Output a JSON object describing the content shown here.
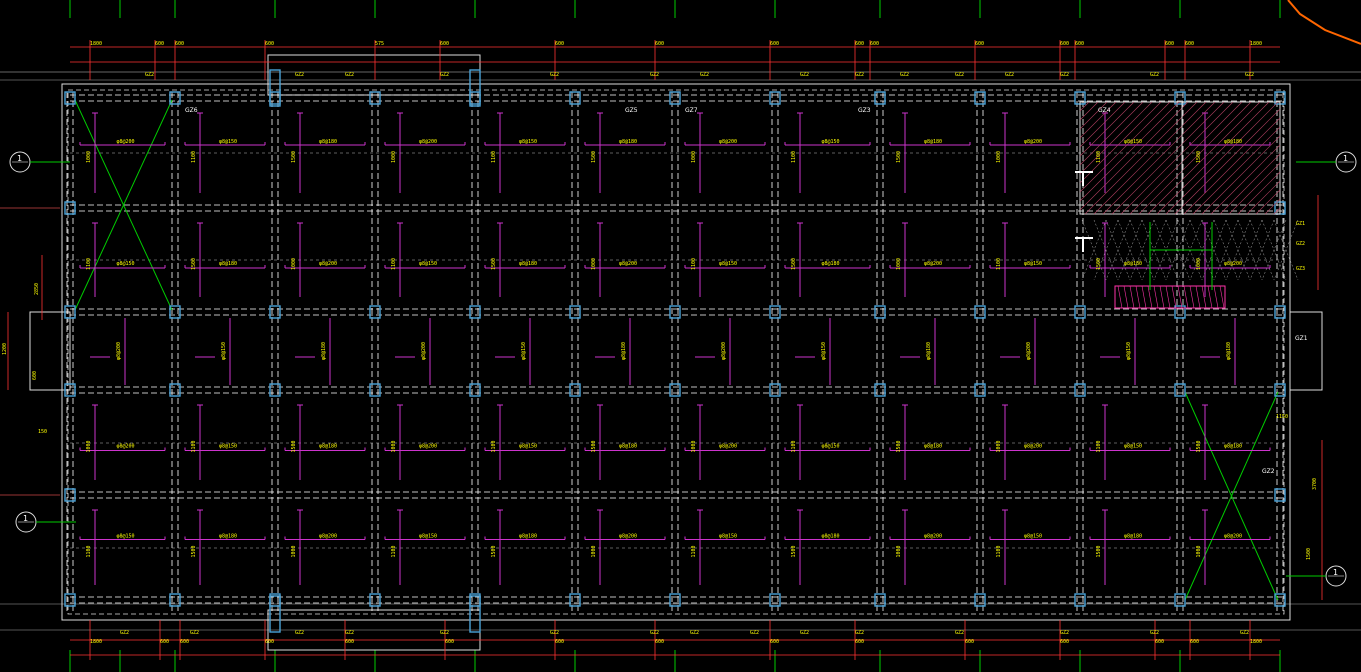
{
  "drawing": {
    "axis_marker_label": "1",
    "colors": {
      "background": "#000000",
      "beam": "#ffffff",
      "bar": "#cc33cc",
      "dim": "#ff3333",
      "axis": "#00cc00",
      "text": "#ffff00",
      "column": "#4aa3d8",
      "orange": "#ff6600"
    },
    "dim_top": [
      "1800",
      "600",
      "600",
      "600",
      "575",
      "600",
      "600",
      "600",
      "600",
      "600",
      "600",
      "600",
      "600",
      "600",
      "600",
      "600",
      "1800"
    ],
    "dim_bottom": [
      "1800",
      "600",
      "600",
      "600",
      "600",
      "600",
      "600",
      "600",
      "600",
      "600",
      "600",
      "600",
      "600",
      "600",
      "1800"
    ],
    "col_labels_top": [
      "GZ2",
      "GZ2",
      "GZ2",
      "GZ2",
      "GZ2",
      "GZ2",
      "GZ2",
      "GZ2",
      "GZ2",
      "GZ2",
      "GZ2",
      "GZ2",
      "GZ2",
      "GZ2",
      "GZ2"
    ],
    "col_labels_bottom": [
      "GZ2",
      "GZ2",
      "GZ2",
      "GZ2",
      "GZ2",
      "GZ2",
      "GZ2",
      "GZ2",
      "GZ2",
      "GZ2",
      "GZ2",
      "GZ2",
      "GZ2",
      "GZ2",
      "GZ2"
    ],
    "bay_tags": [
      "GZ6",
      "GZ5",
      "GZ7",
      "GZ3",
      "GZ4",
      "GZ1",
      "GZ2"
    ],
    "bar_labels": [
      "φ8@200",
      "φ8@150",
      "φ8@180",
      "1000",
      "1100",
      "1500"
    ],
    "left_dims": [
      "2850",
      "600",
      "150",
      "1200"
    ],
    "right_dims": [
      "GZ1",
      "GZ2",
      "GZ3",
      "3700",
      "1500",
      "1150"
    ]
  }
}
